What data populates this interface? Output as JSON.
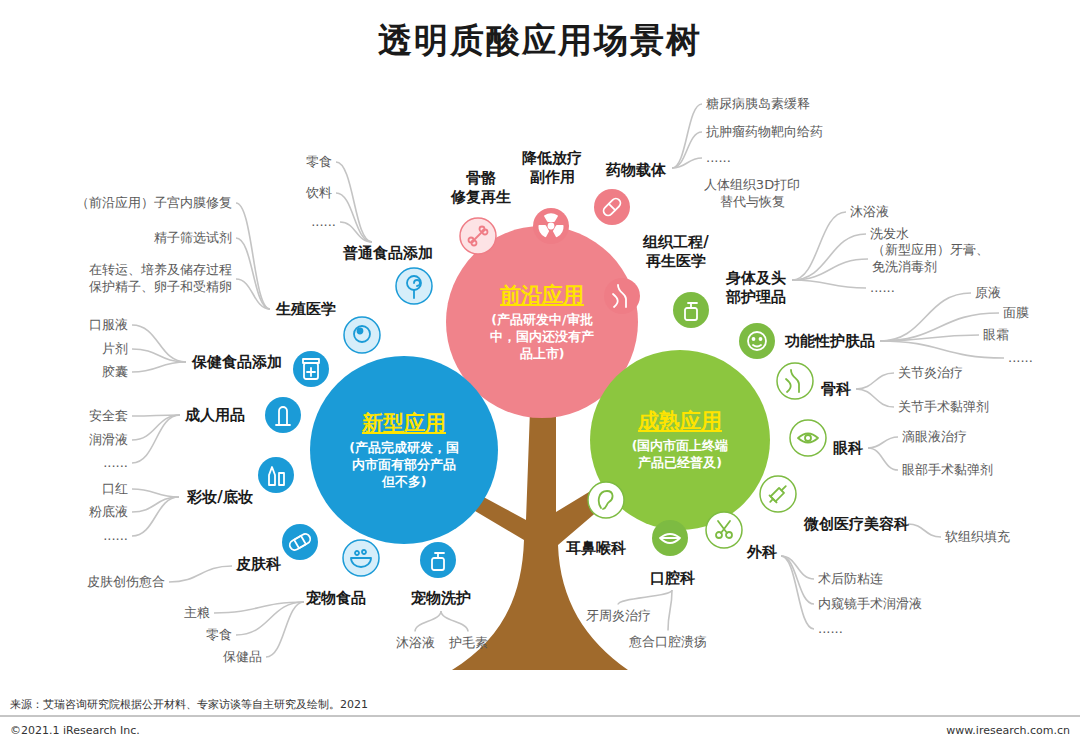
{
  "diagram": {
    "title": "透明质酸应用场景树",
    "nodes": [
      {
        "text": [
          "前沿应用",
          "(产品研发中/审批中，国内还没有产品上市)"
        ]
      },
      {
        "text": [
          "新型应用",
          "(产品完成研发，国内市面有部分产品但不多)"
        ]
      },
      {
        "text": [
          "成熟应用",
          "(国内市面上终端产品已经普及)"
        ]
      },
      {
        "text": [
          "骨骼 修复再生"
        ]
      },
      {
        "text": [
          "降低放疗 副作用"
        ]
      },
      {
        "text": [
          "药物载体"
        ]
      },
      {
        "text": [
          "组织工程/ 再生医学"
        ]
      },
      {
        "text": [
          "身体及头 部护理品"
        ]
      },
      {
        "text": [
          "功能性护肤品"
        ]
      },
      {
        "text": [
          "骨科"
        ]
      },
      {
        "text": [
          "眼科"
        ]
      },
      {
        "text": [
          "微创医疗美容科"
        ]
      },
      {
        "text": [
          "外科"
        ]
      },
      {
        "text": [
          "口腔科"
        ]
      },
      {
        "text": [
          "耳鼻喉科"
        ]
      },
      {
        "text": [
          "普通食品添加"
        ]
      },
      {
        "text": [
          "生殖医学"
        ]
      },
      {
        "text": [
          "保健食品添加"
        ]
      },
      {
        "text": [
          "成人用品"
        ]
      },
      {
        "text": [
          "彩妆/底妆"
        ]
      },
      {
        "text": [
          "皮肤科"
        ]
      },
      {
        "text": [
          "宠物食品"
        ]
      },
      {
        "text": [
          "宠物洗护"
        ]
      }
    ],
    "labels": [
      "糖尿病胰岛素缓释",
      "抗肿瘤药物靶向给药",
      "......",
      "人体组织3D打印 替代与恢复",
      "沐浴液",
      "洗发水",
      "（新型应用）牙膏、 免洗消毒剂",
      "......",
      "原液",
      "面膜",
      "眼霜",
      "......",
      "关节炎治疗",
      "关节手术黏弹剂",
      "滴眼液治疗",
      "眼部手术黏弹剂",
      "软组织填充",
      "术后防粘连",
      "内窥镜手术润滑液",
      "......",
      "牙周炎治疗",
      "愈合口腔溃疡",
      "零食",
      "饮料",
      "......",
      "（前沿应用）子宫内膜修复",
      "精子筛选试剂",
      "在转运、培养及储存过程 保护精子、卵子和受精卵",
      "口服液",
      "片剂",
      "胶囊",
      "安全套",
      "润滑液",
      "......",
      "口红",
      "粉底液",
      "......",
      "皮肤创伤愈合",
      "主粮",
      "零食",
      "保健品",
      "沐浴液",
      "护毛素",
      "来源：艾瑞咨询研究院根据公开材料、专家访谈等自主研究及绘制。2021",
      "©2021.1 iResearch Inc.",
      "www.iresearch.com.cn"
    ]
  }
}
